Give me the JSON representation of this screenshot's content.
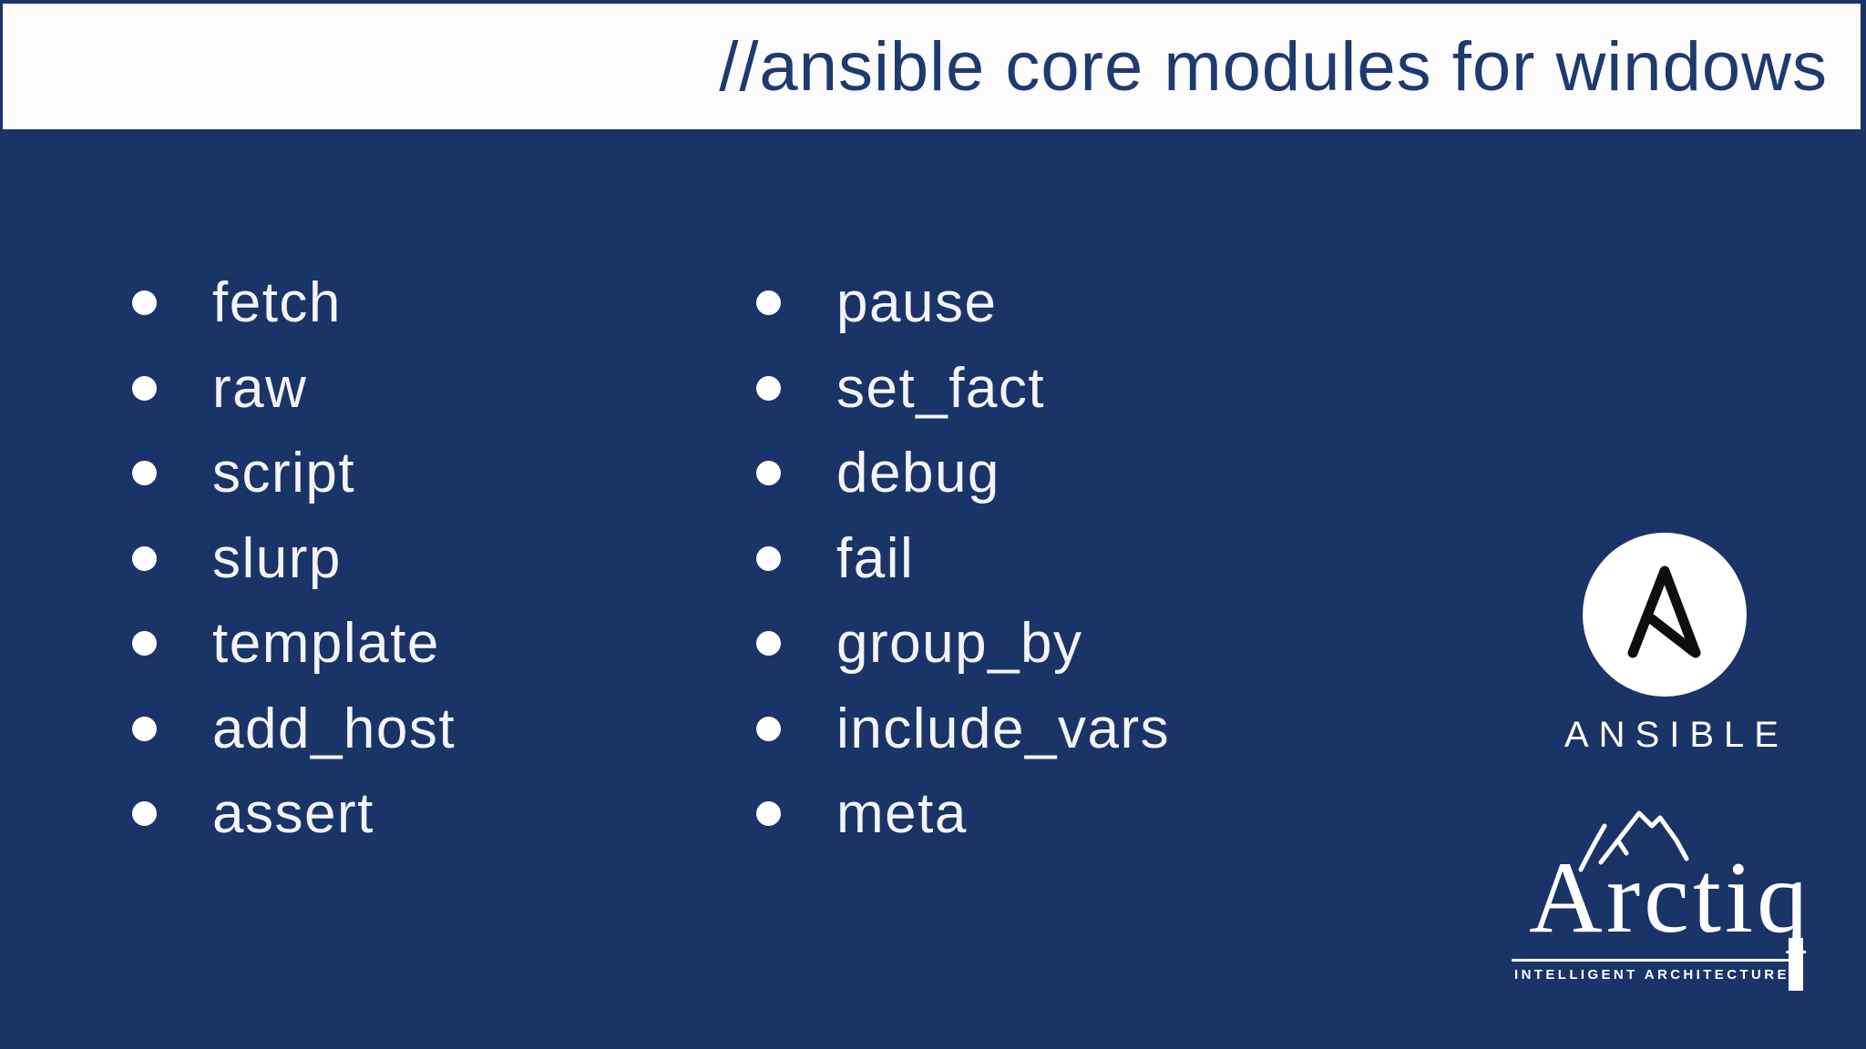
{
  "slide": {
    "title": "//ansible core modules for windows"
  },
  "colors": {
    "background": "#1b3467",
    "header_background": "#fcfcfc",
    "title_text": "#1e3a6e",
    "list_text": "#f2f4f8",
    "bullet": "#ffffff",
    "ansible_mark": "#0e0e10"
  },
  "modules": {
    "left_column": [
      "fetch",
      "raw",
      "script",
      "slurp",
      "template",
      "add_host",
      "assert"
    ],
    "right_column": [
      "pause",
      "set_fact",
      "debug",
      "fail",
      "group_by",
      "include_vars",
      "meta"
    ]
  },
  "ansible_logo": {
    "wordmark": "ANSIBLE"
  },
  "arctiq_logo": {
    "wordmark": "Arctiq",
    "tagline": "INTELLIGENT ARCHITECTURE"
  }
}
